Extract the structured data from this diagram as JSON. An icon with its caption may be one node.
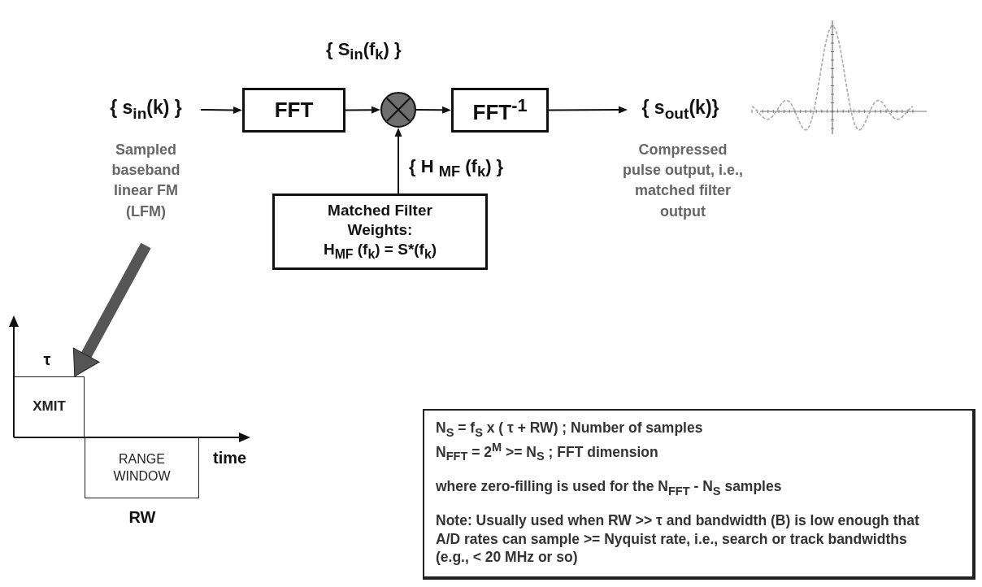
{
  "diagram": {
    "nodes": [
      {
        "text": [
          "{ s$_{in}$(k) }"
        ]
      },
      {
        "text": [
          "Sampled baseband linear FM (LFM)"
        ]
      },
      {
        "text": [
          "FFT"
        ]
      },
      {
        "text": [],
        "shape": "circle"
      },
      {
        "text": [
          "FFT$^{-1}$"
        ]
      },
      {
        "text": [
          "{ s$_{out}$(k)}"
        ],
        "beside": [
          "Compressed pulse output, i.e., matched filter output"
        ]
      },
      {
        "text": [
          "Matched Filter Weights:",
          "H$_{MF}$ (f$_{k}$) = S*(f$_{k}$)"
        ]
      },
      {
        "text": [
          "XMIT"
        ],
        "beside": [
          "τ"
        ]
      },
      {
        "text": [
          "RANGE WINDOW"
        ],
        "beside": [
          "RW"
        ]
      },
      {
        "text": [
          "N$_{S}$ = f$_{S}$ x ( τ + RW) ; Number of samples",
          "N$_{FFT}$ = 2$^{M}$ >= N$_{S}$ ; FFT dimension",
          "where zero-filling is used for the N$_{FFT}$ - N$_{S}$ samples",
          "Note: Usually used when RW >> τ and bandwidth (B) is low enough that A/D rates can sample >= Nyquist rate, i.e., search or track bandwidths (e.g., < 20 MHz or so)"
        ]
      }
    ],
    "edges": [
      {
        "from": 0,
        "to": 2,
        "arrow": "to"
      },
      {
        "from": 2,
        "to": 3,
        "arrow": "to",
        "label": "{ S$_{in}$(f$_{k}$) }"
      },
      {
        "from": 3,
        "to": 4,
        "arrow": "to"
      },
      {
        "from": 4,
        "to": 5,
        "arrow": "to"
      },
      {
        "from": 6,
        "to": 3,
        "arrow": "to",
        "label": "{ H $_{MF}$ (f$_{k}$) }"
      },
      {
        "from": 1,
        "to": 7,
        "arrow": "to",
        "style": "thick",
        "color": "#555555"
      }
    ],
    "labels": [
      "time"
    ]
  }
}
